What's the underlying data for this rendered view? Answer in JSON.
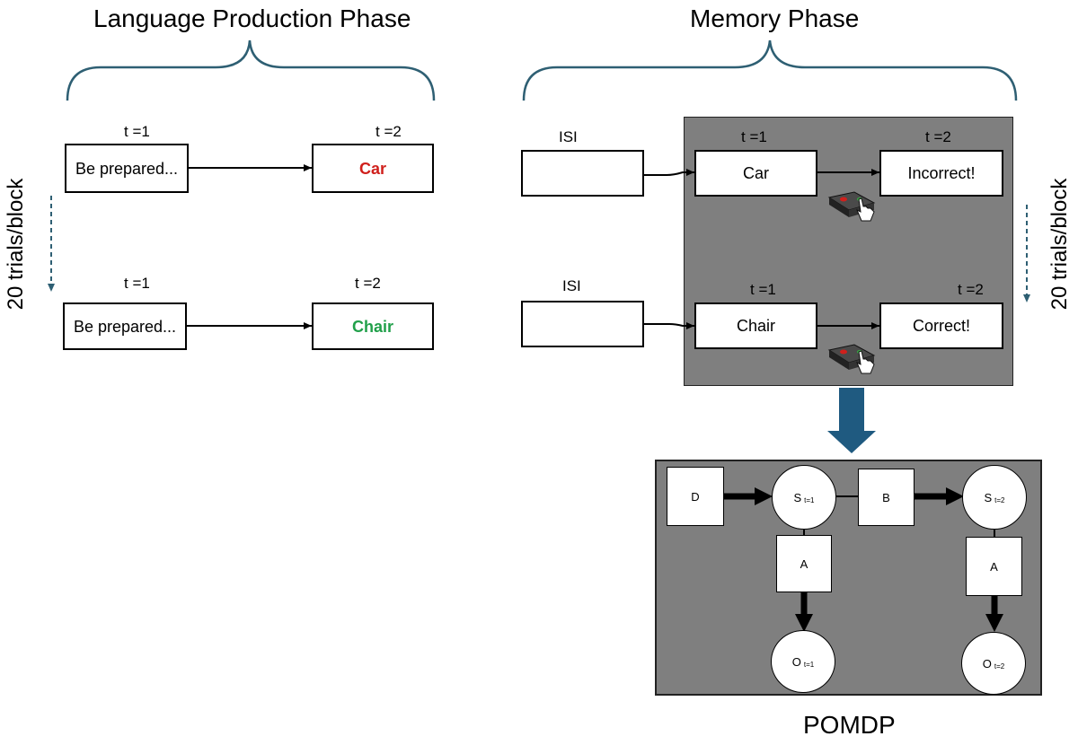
{
  "language_phase": {
    "title": "Language Production Phase",
    "trial1": {
      "t1": "t =1",
      "t2": "t =2",
      "prompt": "Be prepared...",
      "word": "Car"
    },
    "trial2": {
      "t1": "t =1",
      "t2": "t =2",
      "prompt": "Be prepared...",
      "word": "Chair"
    },
    "trials_label": "20 trials/block"
  },
  "memory_phase": {
    "title": "Memory Phase",
    "trial1": {
      "isi": "ISI",
      "t1": "t =1",
      "t2": "t =2",
      "word": "Car",
      "feedback": "Incorrect!"
    },
    "trial2": {
      "isi": "ISI",
      "t1": "t =1",
      "t2": "t =2",
      "word": "Chair",
      "feedback": "Correct!"
    },
    "trials_label": "20 trials/block",
    "icons": [
      "button-press-icon",
      "button-press-icon"
    ]
  },
  "pomdp": {
    "title": "POMDP",
    "nodes": {
      "D": "D",
      "B": "B",
      "A1": "A",
      "A2": "A",
      "S1": "S",
      "S1_sub": "t=1",
      "S2": "S",
      "S2_sub": "t=2",
      "O1": "O",
      "O1_sub": "t=1",
      "O2": "O",
      "O2_sub": "t=2"
    }
  },
  "colors": {
    "brace": "#2e5f73",
    "gray_panel": "#7f7f7f",
    "big_arrow": "#1f5a80",
    "dashed_arrow": "#2e5f73",
    "car_red": "#d0201c",
    "chair_green": "#21a04a"
  }
}
